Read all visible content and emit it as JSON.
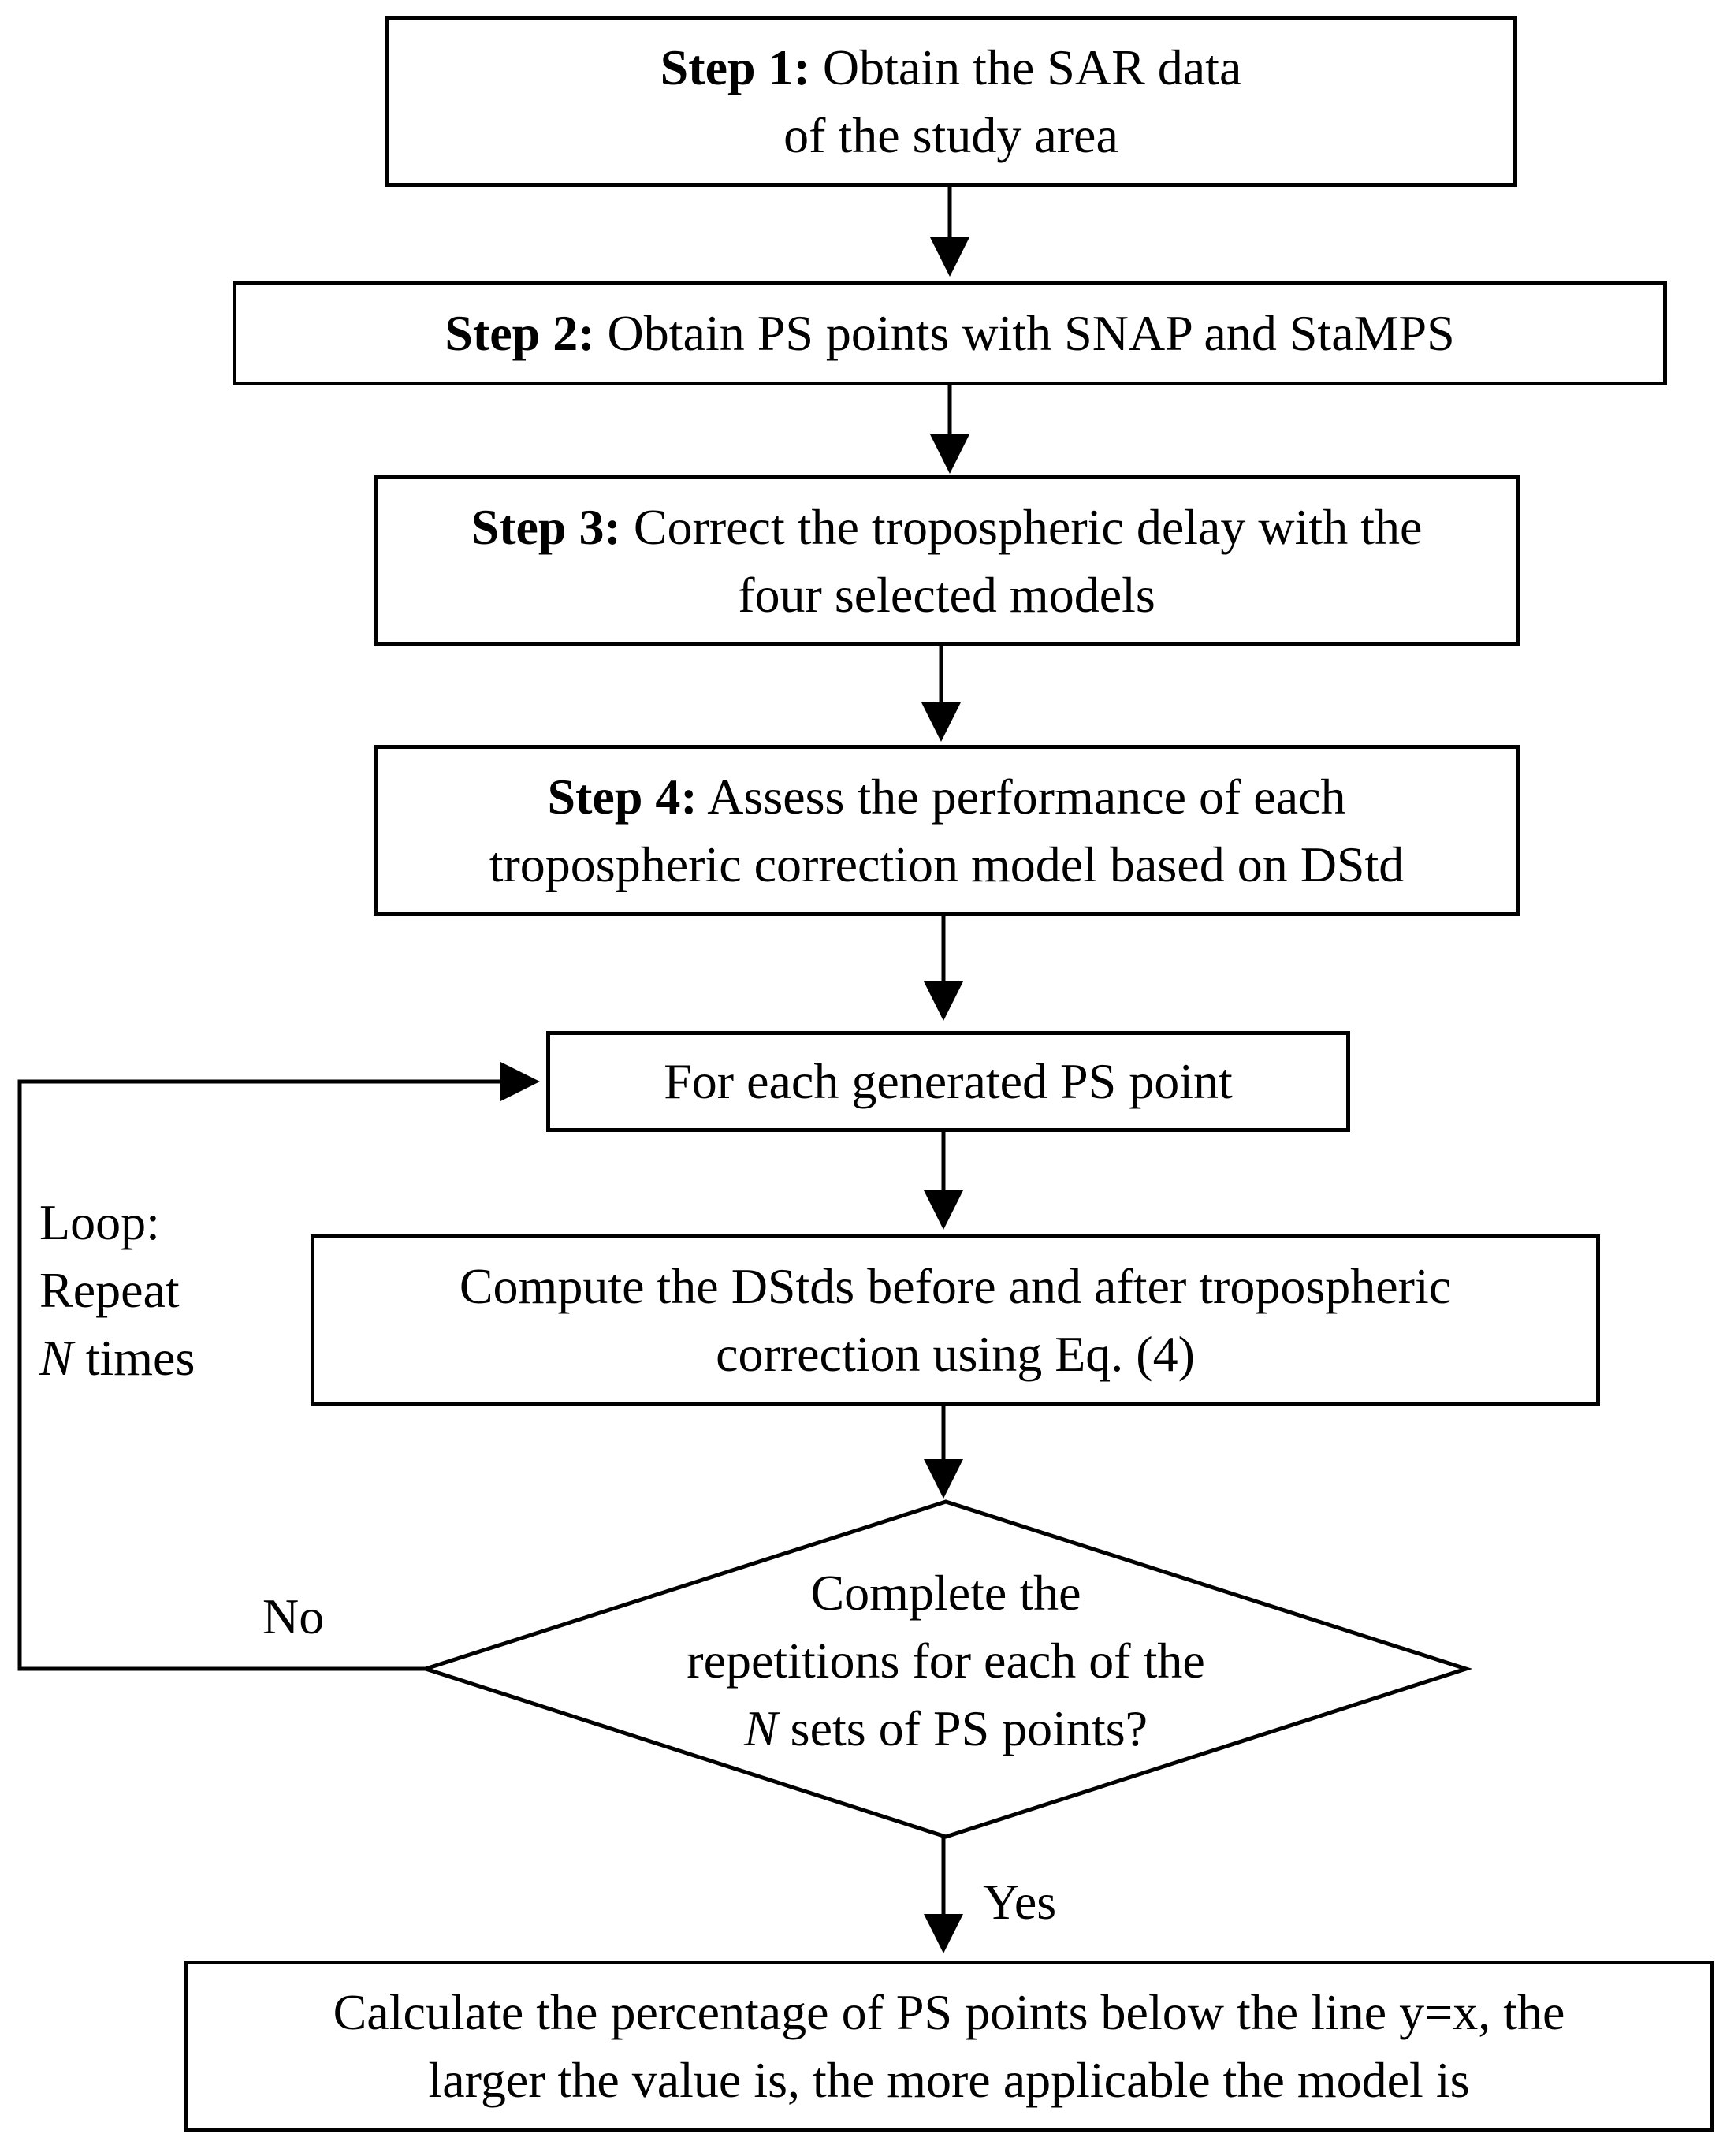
{
  "steps": {
    "step1": {
      "label": "Step 1:",
      "line1": " Obtain the SAR data",
      "line2": "of the study area"
    },
    "step2": {
      "label": "Step 2:",
      "text": " Obtain PS points with SNAP and StaMPS"
    },
    "step3": {
      "label": "Step 3:",
      "line1": " Correct the tropospheric delay with the",
      "line2": "four selected models"
    },
    "step4": {
      "label": "Step 4:",
      "line1": " Assess the performance of each",
      "line2": "tropospheric correction model based on DStd"
    }
  },
  "loop": {
    "for_each": "For each generated PS point",
    "compute_line1": "Compute the DStds before and after tropospheric",
    "compute_line2": "correction using Eq. (4)",
    "label_line1": "Loop:",
    "label_line2": "Repeat",
    "label_N": "N",
    "label_line3": " times"
  },
  "decision": {
    "line1": "Complete the",
    "line2": "repetitions for each of the",
    "N": "N",
    "line3": " sets of PS points?",
    "no": "No",
    "yes": "Yes"
  },
  "final": {
    "line1": "Calculate the percentage of PS points below the line y=x, the",
    "line2": "larger the value is, the more applicable the model is"
  }
}
